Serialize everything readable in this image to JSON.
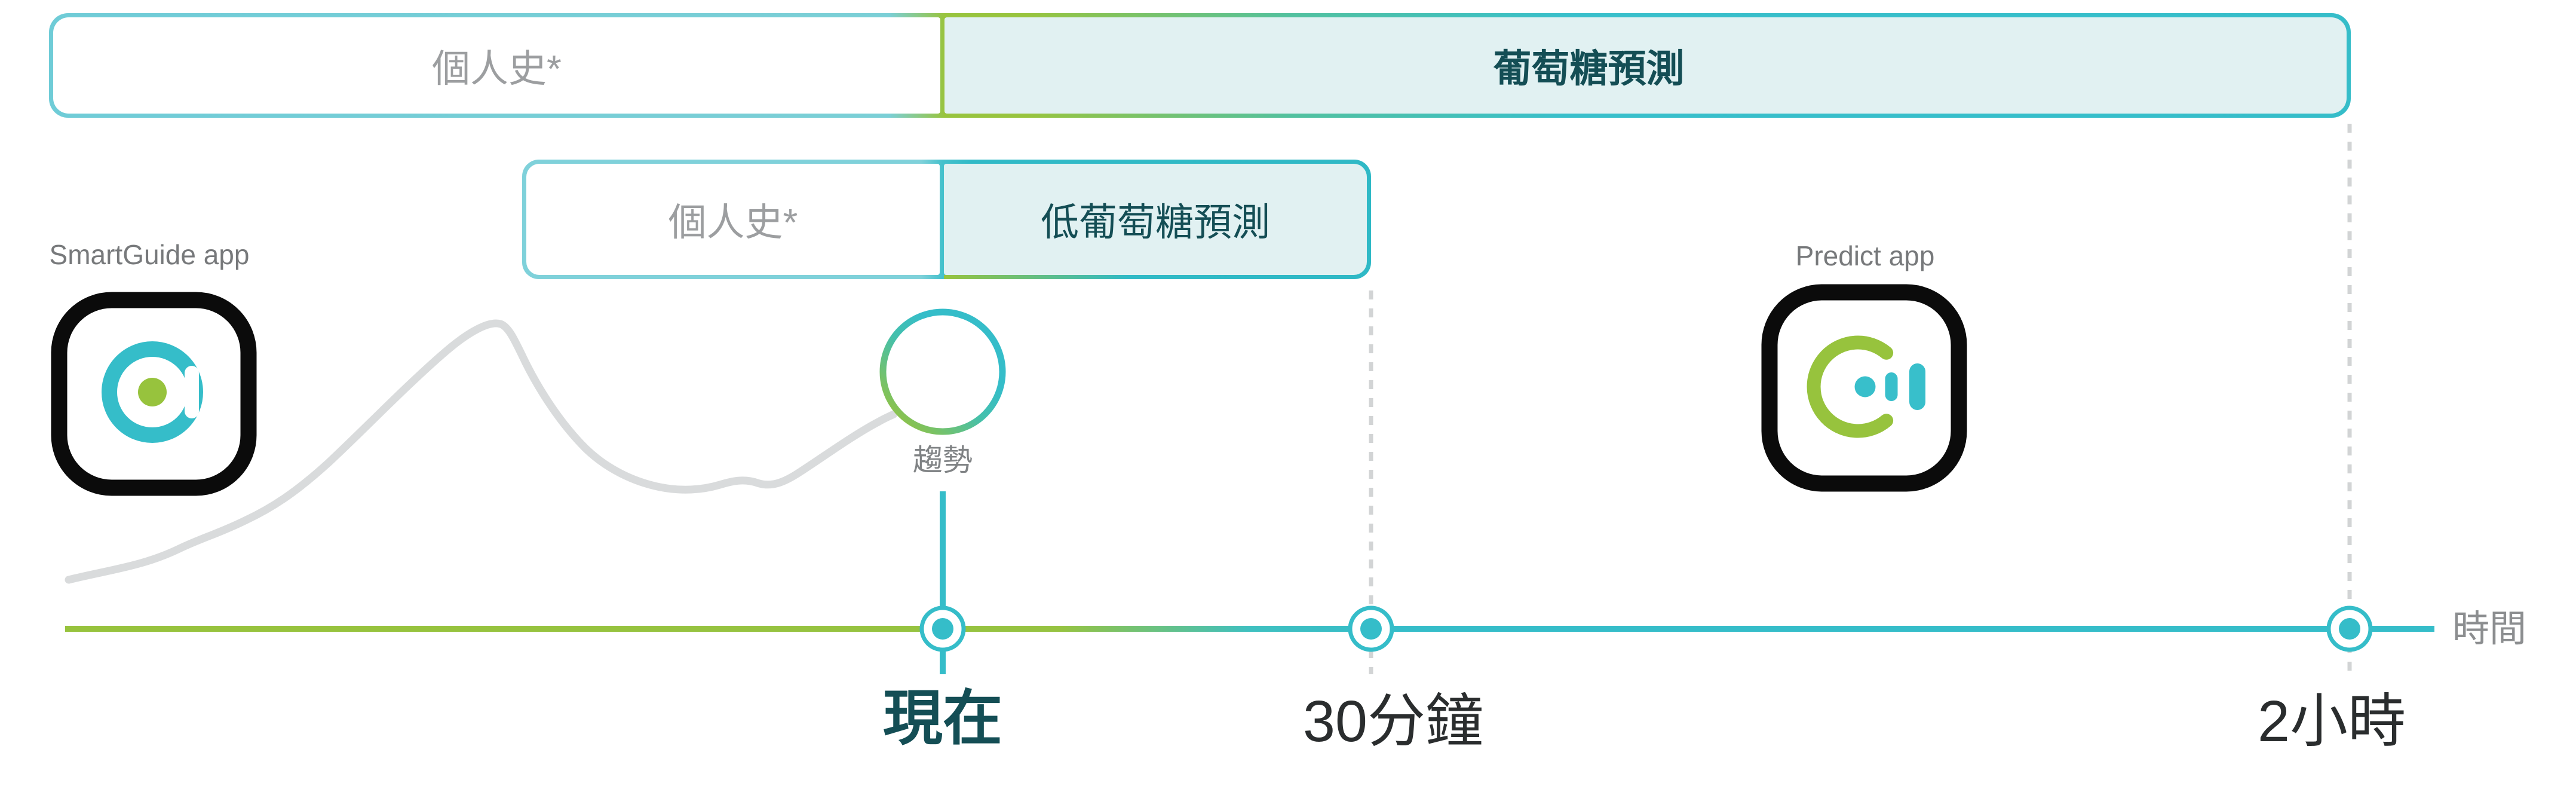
{
  "colors": {
    "teal": "#35bdc9",
    "teal_light_border": "#7fd1da",
    "green": "#97c33d",
    "panel_fill": "#e1f1f2",
    "dark_teal_text": "#144e55",
    "dark_text": "#2a2d2e",
    "gray_text": "#8c8e90",
    "muted_gray_text": "#9c9ea0",
    "app_label_gray": "#77797b",
    "curve_gray": "#d9dbdc",
    "dash_gray": "#d2d4d5",
    "icon_black": "#0b0b0b"
  },
  "top_bar": {
    "left_label": "個人史*",
    "right_label": "葡萄糖預測"
  },
  "inner_bar": {
    "left_label": "個人史*",
    "right_label": "低葡萄糖預測"
  },
  "apps": {
    "smartguide_label": "SmartGuide app",
    "predict_label": "Predict app"
  },
  "trend": {
    "label": "趨勢"
  },
  "timeline": {
    "now_label": "現在",
    "t30_label": "30分鐘",
    "t2h_label": "2小時",
    "axis_label": "時間"
  }
}
